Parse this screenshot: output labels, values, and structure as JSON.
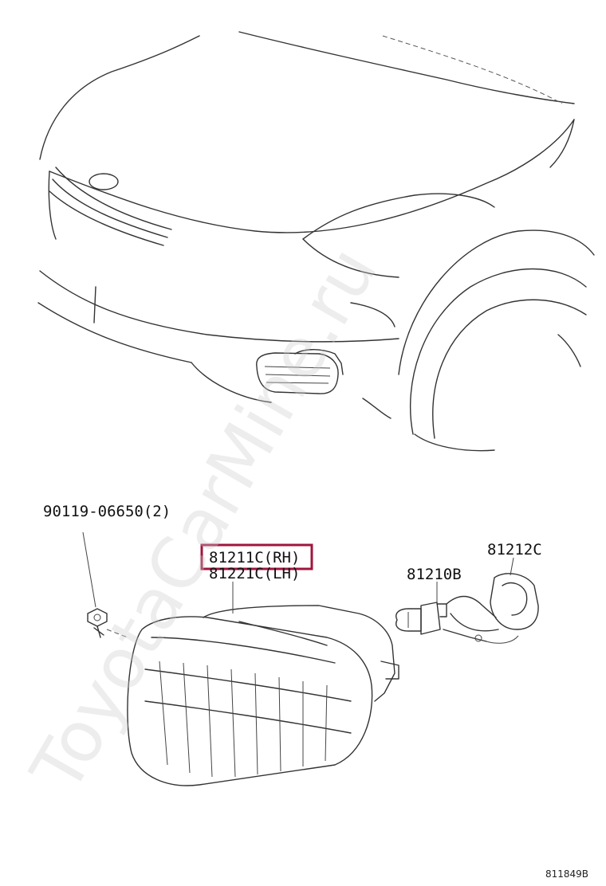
{
  "labels": {
    "bolt": "90119-06650(2)",
    "lamp_rh": "81211C(RH)",
    "lamp_lh": "81221C(LH)",
    "bulb": "81210B",
    "socket": "81212C"
  },
  "diagram_code": "811849B",
  "watermark": "ToyotaCarMine.ru",
  "highlight_color": "#a0153e"
}
